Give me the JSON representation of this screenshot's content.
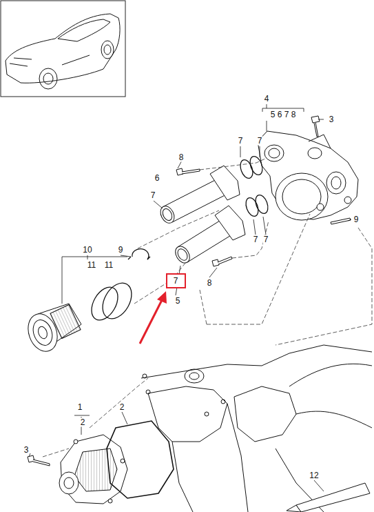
{
  "diagram": {
    "nodes": [
      {
        "text": [
          "7"
        ]
      }
    ],
    "edges": [],
    "labels": [
      "4",
      "5 6 7 8",
      "3",
      "7",
      "7",
      "8",
      "6",
      "7",
      "9",
      "7",
      "7",
      "10",
      "9",
      "11",
      "11",
      "8",
      "5",
      "1",
      "2",
      "2",
      "3",
      "12"
    ]
  }
}
